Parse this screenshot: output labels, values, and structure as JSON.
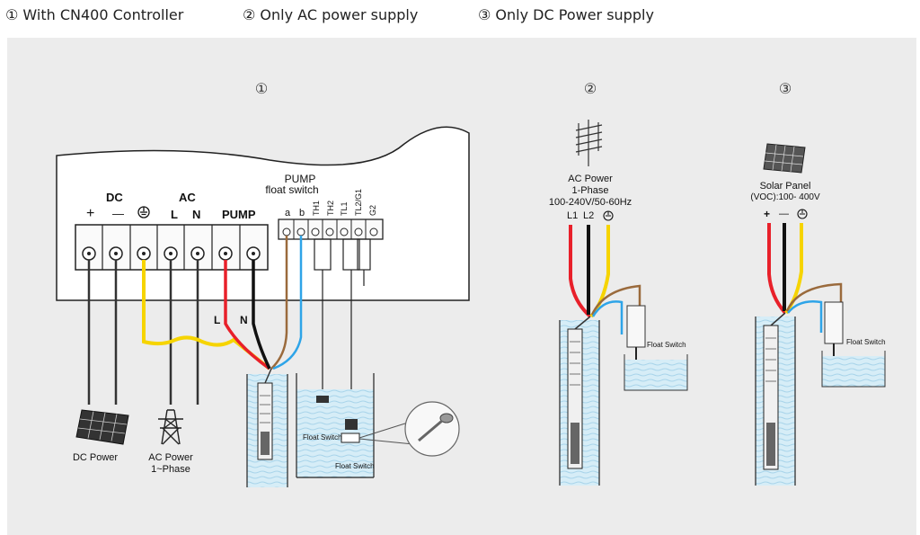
{
  "legend": {
    "item1": "① With CN400 Controller",
    "item2": "② Only AC power supply",
    "item3": "③ Only DC Power supply"
  },
  "diagram1": {
    "marker": "①",
    "dc_label": "DC",
    "dc_plus": "+",
    "dc_minus": "—",
    "ac_label": "AC",
    "ac_l": "L",
    "ac_n": "N",
    "pump_label": "PUMP",
    "float_title_1": "PUMP",
    "float_title_2": "float switch",
    "term_a": "a",
    "term_b": "b",
    "term_th1": "TH1",
    "term_th2": "TH2",
    "term_tl1": "TL1",
    "term_tl2g1": "TL2/G1",
    "term_g2": "G2",
    "wire_l": "L",
    "wire_n": "N",
    "dc_power": "DC Power",
    "ac_power_1": "AC Power",
    "ac_power_2": "1~Phase",
    "float_switch_1": "Float Switch",
    "float_switch_2": "Float Switch"
  },
  "diagram2": {
    "marker": "②",
    "ac_power": "AC Power",
    "phase": "1-Phase",
    "voltage": "100-240V/50-60Hz",
    "l1": "L1",
    "l2": "L2",
    "float_switch": "Float Switch"
  },
  "diagram3": {
    "marker": "③",
    "solar_1": "Solar Panel",
    "solar_2": "(VOC):100- 400V",
    "plus": "+",
    "minus": "—",
    "float_switch": "Float Switch"
  },
  "colors": {
    "panel_bg": "#ececec",
    "red": "#e8202a",
    "black": "#111111",
    "yellow": "#f6d400",
    "brown": "#9a6a3c",
    "blue": "#2ea4e8",
    "water": "#cfe8f4"
  }
}
